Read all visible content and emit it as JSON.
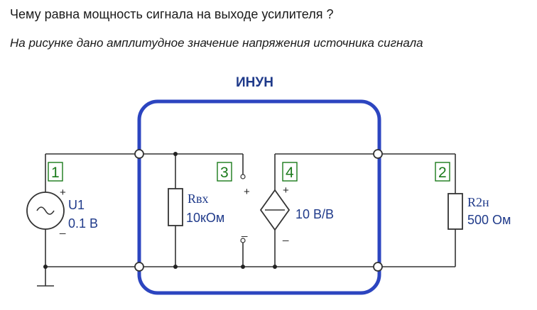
{
  "question": {
    "title": "Чему равна мощность сигнала на выходе усилителя ?",
    "subtitle": "На рисунке дано амплитудное  значение напряжения источника сигнала"
  },
  "block": {
    "label": "ИНУН",
    "color": "#2c45c0"
  },
  "nodes": [
    "1",
    "3",
    "4",
    "2"
  ],
  "source": {
    "name": "U1",
    "value": "0.1 В"
  },
  "input_resistor": {
    "name": "Rвх",
    "value": "10кОм"
  },
  "dependent_source": {
    "value": "10 В/В"
  },
  "load_resistor": {
    "name": "R2н",
    "value": "500 Ом"
  },
  "signs": {
    "plus": "+",
    "minus": "_"
  },
  "colors": {
    "wire": "#333333",
    "label": "#1f3a8a",
    "node_number": "#1a7a1a"
  }
}
